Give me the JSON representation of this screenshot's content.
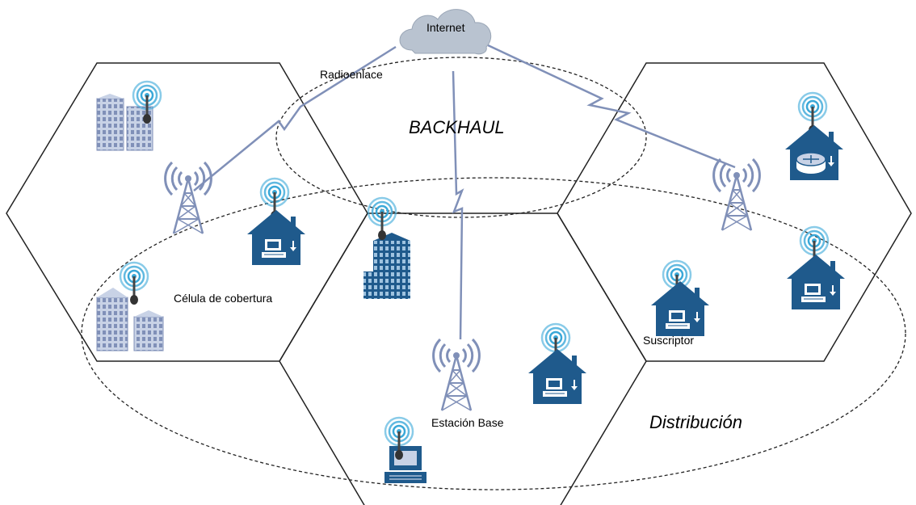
{
  "labels": {
    "internet": "Internet",
    "radioenlace": "Radioenlace",
    "backhaul": "BACKHAUL",
    "celula": "Célula de cobertura",
    "suscriptor": "Suscriptor",
    "estacion_base": "Estación Base",
    "distribucion": "Distribución"
  },
  "colors": {
    "outline": "#222222",
    "link": "#8090b8",
    "icon_blue": "#1f5a8c",
    "icon_light": "#c8d2e6",
    "signal": "#3aa8d8",
    "cloud": "#b9c3d0"
  },
  "icons": [
    "cloud-icon",
    "tower-icon",
    "house-terminal-icon",
    "house-router-icon",
    "building-icon",
    "terminal-icon",
    "signal-icon"
  ]
}
